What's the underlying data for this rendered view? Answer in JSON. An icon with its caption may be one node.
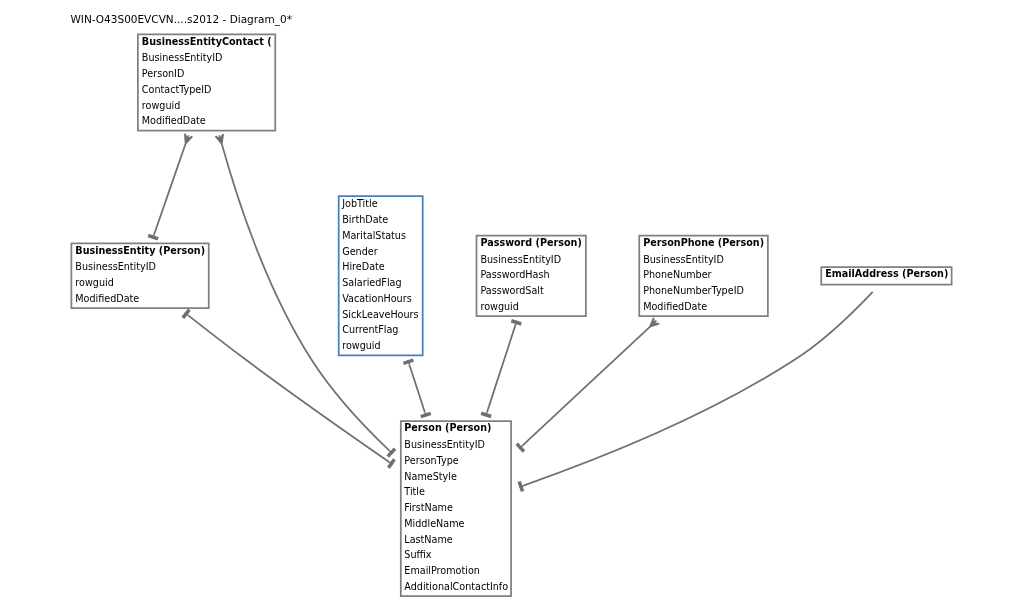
{
  "diagram": {
    "title": "WIN-O43S00EVCVN....s2012 - Diagram_0*",
    "nodes": [
      {
        "text": [
          "BusinessEntityContact (",
          "BusinessEntityID",
          "PersonID",
          "ContactTypeID",
          "rowguid",
          "ModifiedDate"
        ]
      },
      {
        "text": [
          "BusinessEntity (Person)",
          "BusinessEntityID",
          "rowguid",
          "ModifiedDate"
        ]
      },
      {
        "text": [
          "JobTitle",
          "BirthDate",
          "MaritalStatus",
          "Gender",
          "HireDate",
          "SalariedFlag",
          "VacationHours",
          "SickLeaveHours",
          "CurrentFlag",
          "rowguid"
        ]
      },
      {
        "text": [
          "Person (Person)",
          "BusinessEntityID",
          "PersonType",
          "NameStyle",
          "Title",
          "FirstName",
          "MiddleName",
          "LastName",
          "Suffix",
          "EmailPromotion",
          "AdditionalContactInfo"
        ]
      },
      {
        "text": [
          "Password (Person)",
          "BusinessEntityID",
          "PasswordHash",
          "PasswordSalt",
          "rowguid"
        ]
      },
      {
        "text": [
          "PersonPhone (Person)",
          "BusinessEntityID",
          "PhoneNumber",
          "PhoneNumberTypeID",
          "ModifiedDate"
        ]
      },
      {
        "text": [
          "EmailAddress (Person)"
        ]
      }
    ],
    "edges": [
      {
        "from": 0,
        "to": 1,
        "arrow": "other"
      },
      {
        "from": 0,
        "to": 3,
        "arrow": "other"
      },
      {
        "from": 1,
        "to": 3,
        "arrow": "other"
      },
      {
        "from": 2,
        "to": 3,
        "arrow": "other"
      },
      {
        "from": 4,
        "to": 3,
        "arrow": "other"
      },
      {
        "from": 5,
        "to": 3,
        "arrow": "other"
      },
      {
        "from": 6,
        "to": 3,
        "arrow": "other"
      }
    ]
  }
}
